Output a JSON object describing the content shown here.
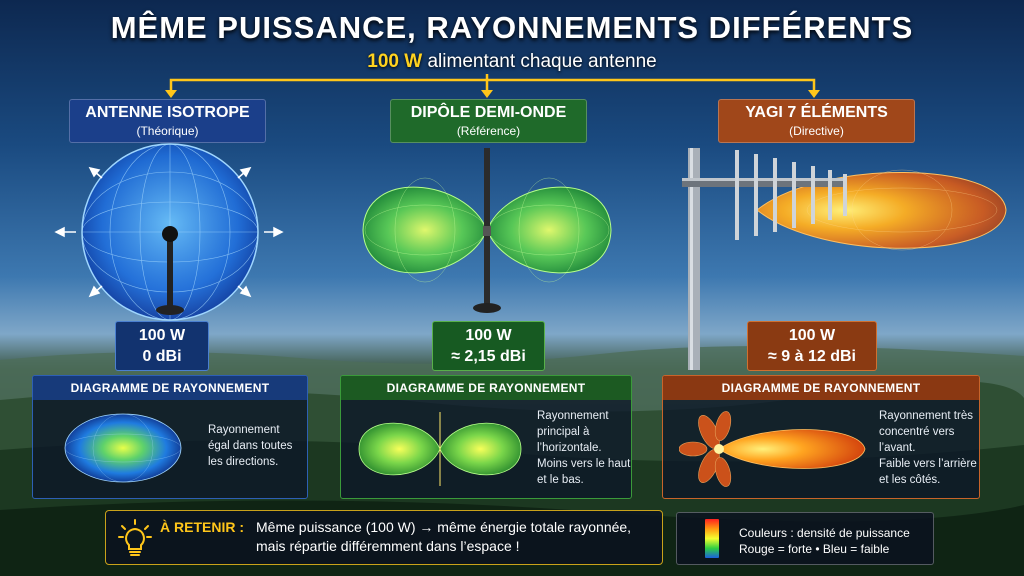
{
  "header": {
    "title": "MÊME PUISSANCE, RAYONNEMENTS DIFFÉRENTS",
    "subtitle_power": "100 W",
    "subtitle_text": "alimentant chaque antenne"
  },
  "antennas": [
    {
      "title": "ANTENNE ISOTROPE",
      "subtitle": "(Théorique)",
      "power": "100 W",
      "gain": "0 dBi",
      "panel_title": "DIAGRAMME DE RAYONNEMENT",
      "panel_lines": [
        "Rayonnement",
        "égal dans toutes",
        "les directions."
      ]
    },
    {
      "title": "DIPÔLE DEMI-ONDE",
      "subtitle": "(Référence)",
      "power": "100 W",
      "gain": "≈ 2,15 dBi",
      "panel_title": "DIAGRAMME DE RAYONNEMENT",
      "panel_lines": [
        "Rayonnement",
        "principal à",
        "l’horizontale.",
        "Moins vers le haut",
        "et le bas."
      ]
    },
    {
      "title": "YAGI 7 ÉLÉMENTS",
      "subtitle": "(Directive)",
      "power": "100 W",
      "gain": "≈ 9 à 12 dBi",
      "panel_title": "DIAGRAMME DE RAYONNEMENT",
      "panel_lines": [
        "Rayonnement très",
        "concentré vers",
        "l’avant.",
        "Faible vers l’arrière",
        "et les côtés."
      ]
    }
  ],
  "retain": {
    "label": "À RETENIR :",
    "line1": "Même puissance (100 W) → même énergie totale rayonnée,",
    "line2": "mais répartie différemment dans l’espace !"
  },
  "legend": {
    "line1": "Couleurs : densité de puissance",
    "line2": "Rouge = forte  •  Bleu = faible"
  },
  "colors": {
    "accent_yellow": "#ffc61a",
    "isotrope": "#1b3f8a",
    "dipole": "#1f6a2a",
    "yagi": "#a0471a"
  }
}
